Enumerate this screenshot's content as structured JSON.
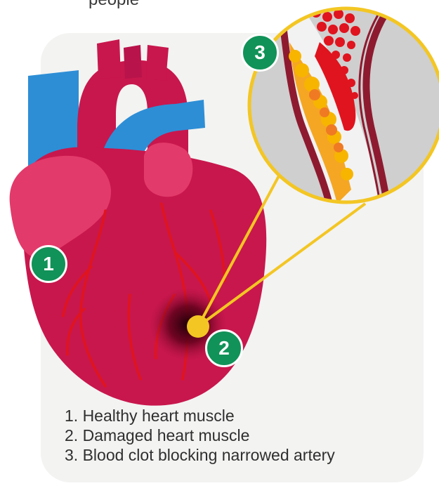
{
  "top_text": "people",
  "badges": {
    "one": "1",
    "two": "2",
    "three": "3"
  },
  "legend": {
    "item1": "1. Healthy heart muscle",
    "item2": "2. Damaged heart muscle",
    "item3": "3. Blood clot blocking narrowed artery"
  },
  "colors": {
    "heart": "#c8174d",
    "heart_dark": "#a80f3c",
    "vein": "#2d8ed6",
    "badge": "#119258",
    "callout": "#f3c623",
    "vessel": "#8e1a30"
  }
}
